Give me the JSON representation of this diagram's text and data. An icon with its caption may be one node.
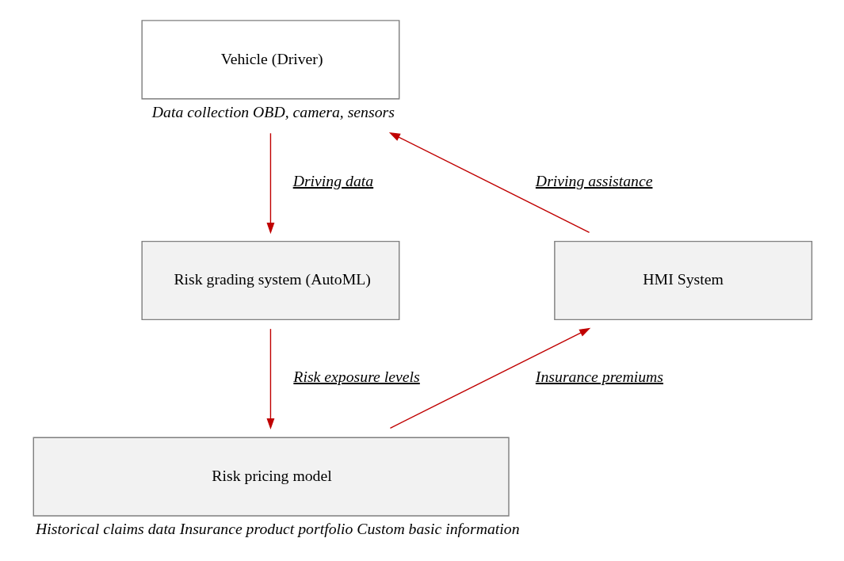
{
  "diagram": {
    "nodes": [
      {
        "text": [
          "Vehicle (Driver)"
        ],
        "beside": [
          "Data collection OBD, camera, sensors"
        ]
      },
      {
        "text": [
          "Risk grading system (AutoML)"
        ]
      },
      {
        "text": [
          "Risk pricing model"
        ],
        "beside": [
          "Historical claims data Insurance product portfolio Custom basic information"
        ]
      },
      {
        "text": [
          "HMI System"
        ]
      }
    ],
    "edges": [
      {
        "from": 0,
        "to": 1,
        "arrow": "to",
        "label": "Driving data"
      },
      {
        "from": 1,
        "to": 2,
        "arrow": "to",
        "label": "Risk exposure levels"
      },
      {
        "from": 2,
        "to": 3,
        "arrow": "to",
        "label": "Insurance premiums"
      },
      {
        "from": 3,
        "to": 0,
        "arrow": "to",
        "label": "Driving assistance"
      }
    ]
  }
}
